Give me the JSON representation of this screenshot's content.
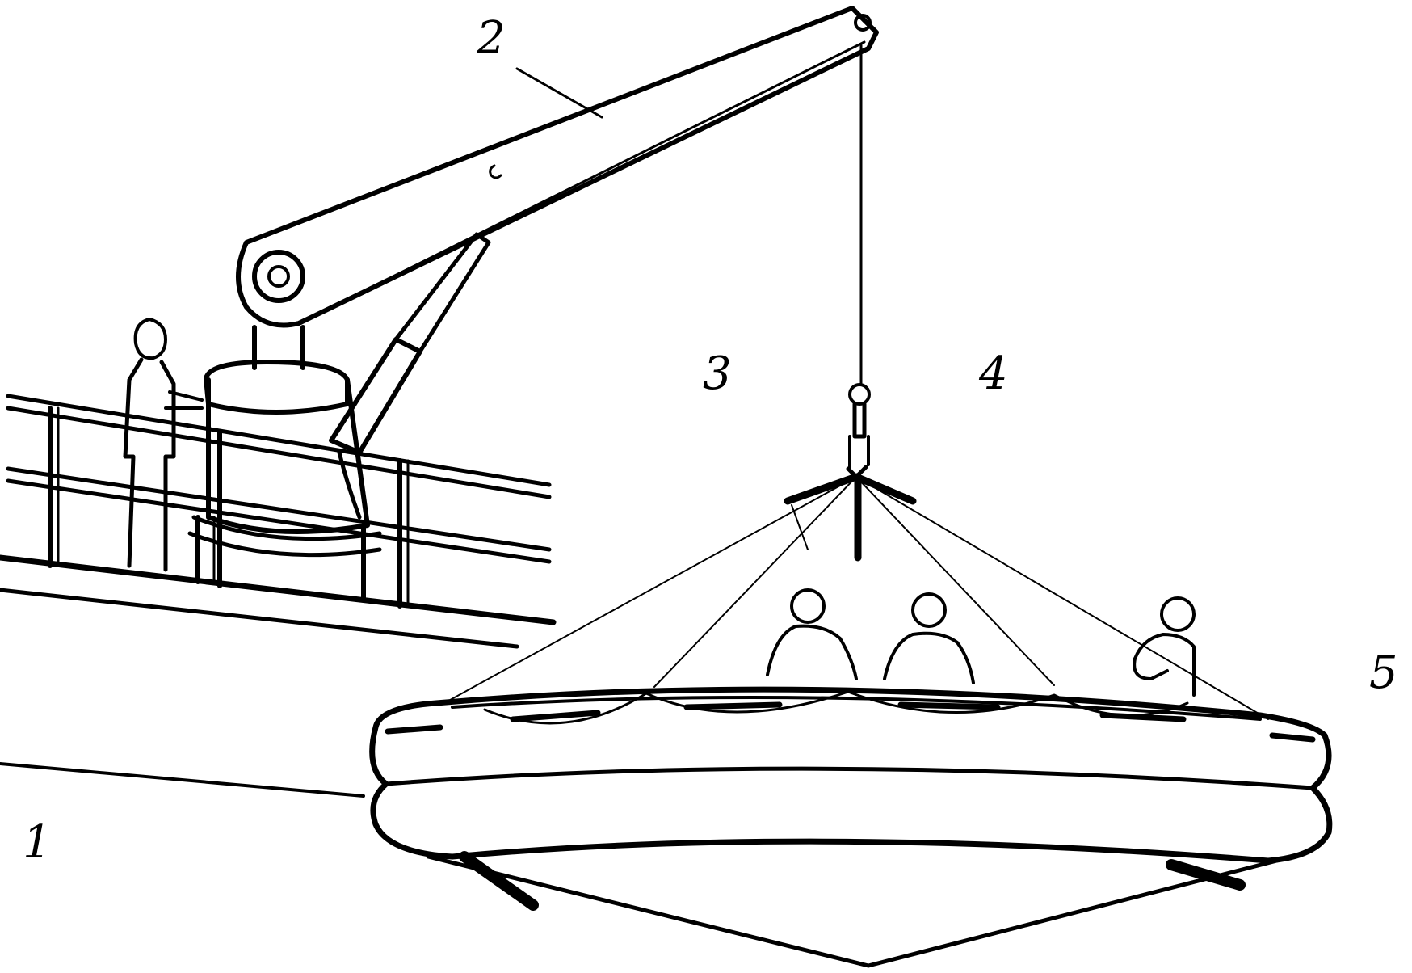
{
  "labels": {
    "ship_side": "1",
    "davit_arm": "2",
    "lifting_slings": "3",
    "hook": "4",
    "raft": "5"
  },
  "colors": {
    "ink": "#000000",
    "paper": "#ffffff"
  }
}
